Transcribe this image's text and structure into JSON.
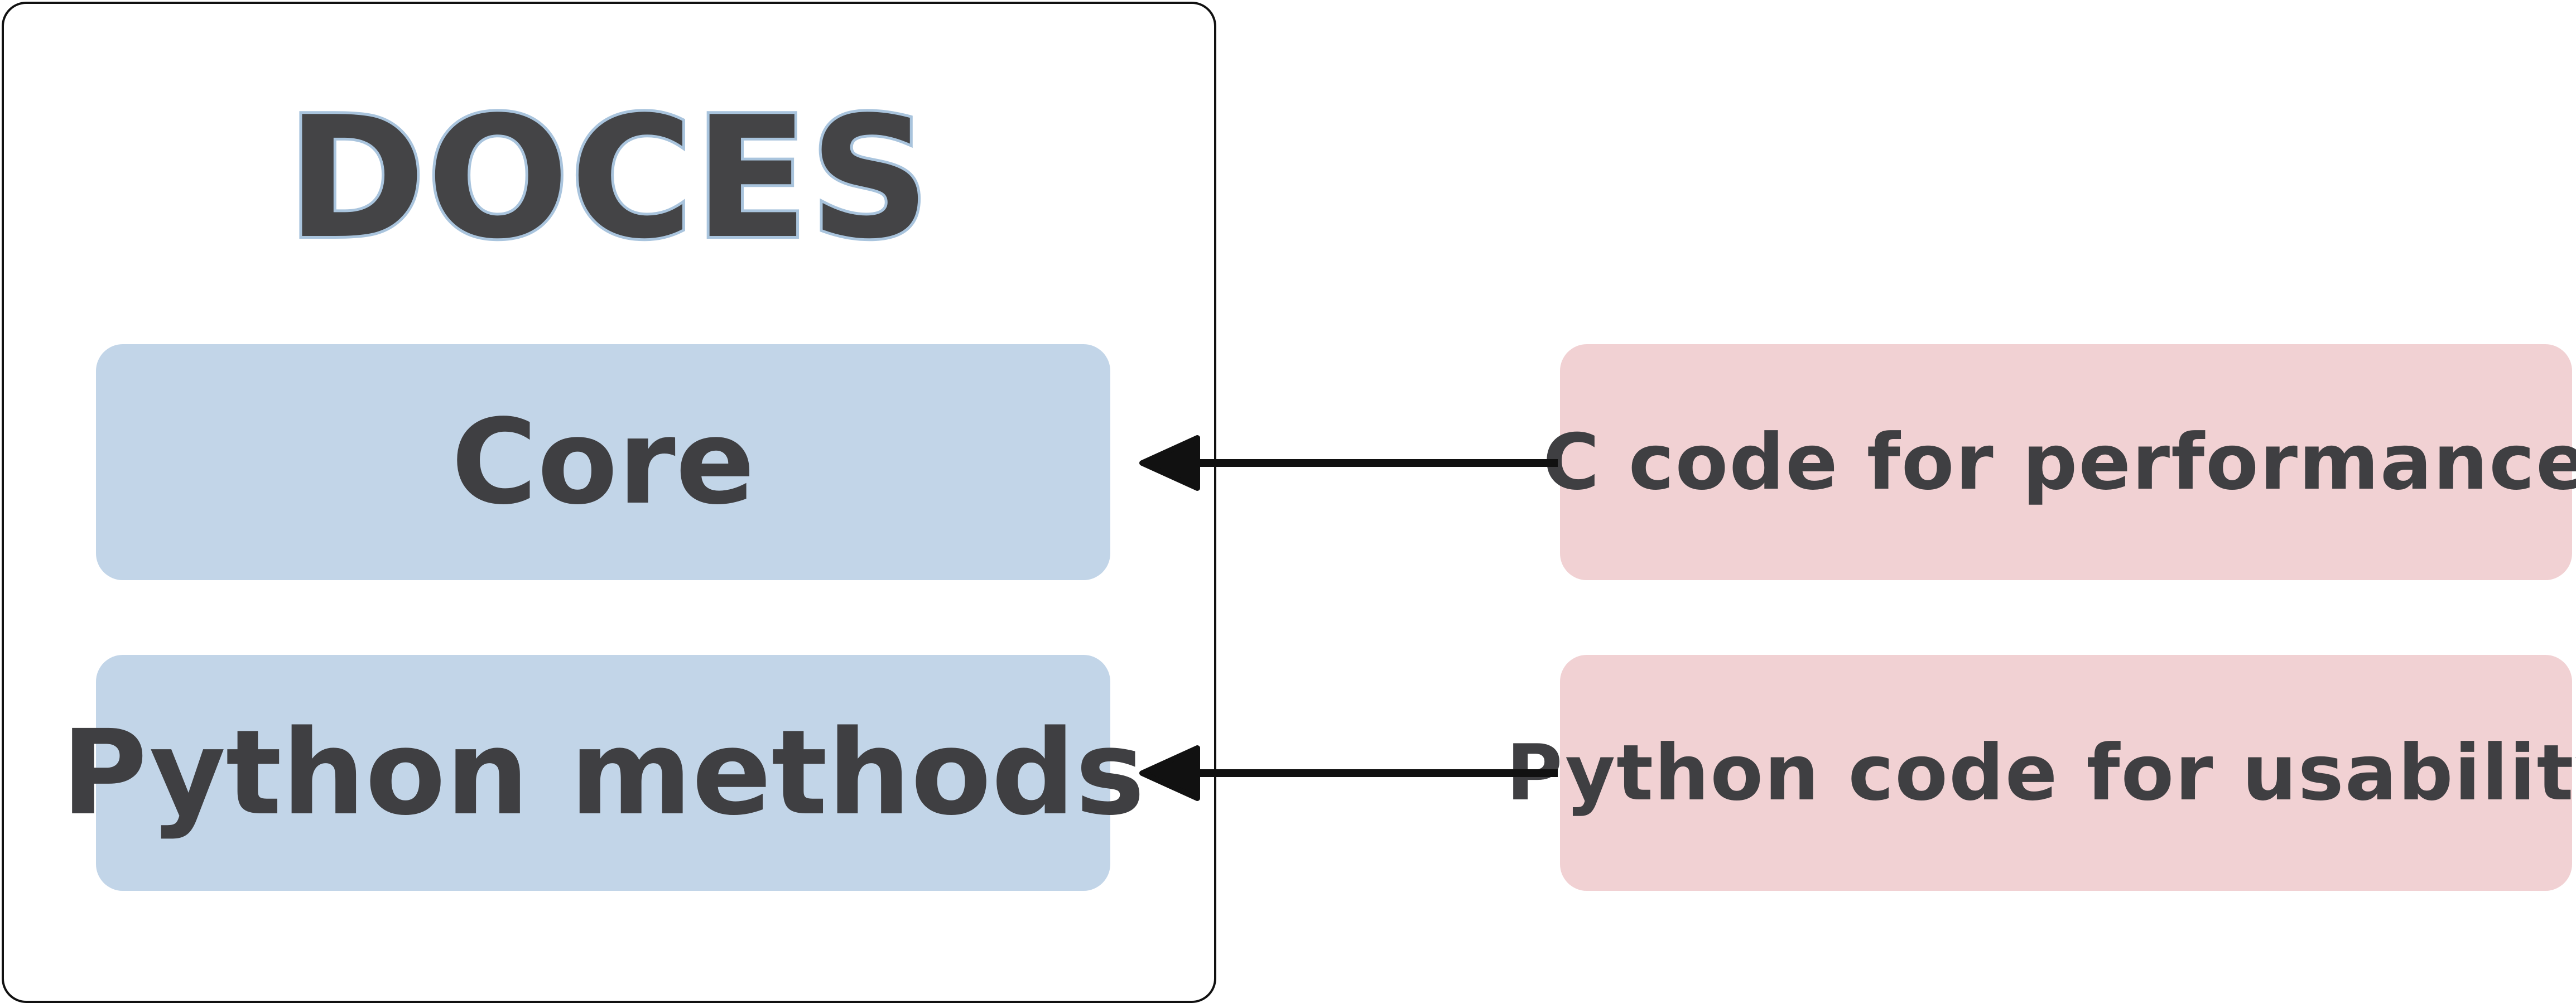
{
  "diagram": {
    "title": "DOCES",
    "components": [
      {
        "label": "Core"
      },
      {
        "label": "Python methods"
      }
    ],
    "descriptions": [
      {
        "label": "C code for performance"
      },
      {
        "label": "Python code for usability"
      }
    ],
    "colors": {
      "component_fill": "#c2d5e8",
      "description_fill": "#f1d1d3",
      "text": "#3f3f42",
      "title_fill": "#444446",
      "title_outline": "#a9c4dd",
      "border": "#111111",
      "arrow": "#111111"
    }
  }
}
